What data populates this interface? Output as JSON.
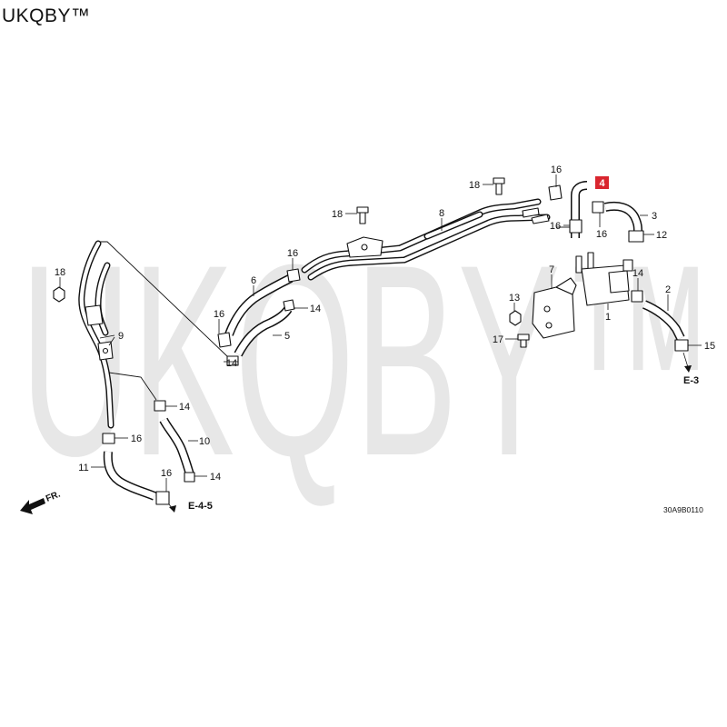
{
  "brand": "UKQBY™",
  "watermark": "UKQBY™",
  "diagram_code": "30A9B0110",
  "direction_label": "FR.",
  "highlight_color": "#d9262f",
  "callouts": [
    "16",
    "4",
    "18",
    "8",
    "18",
    "3",
    "16",
    "16",
    "12",
    "16",
    "18",
    "7",
    "14",
    "6",
    "2",
    "13",
    "14",
    "1",
    "16",
    "9",
    "5",
    "17",
    "15",
    "14",
    "14",
    "16",
    "10",
    "11",
    "16",
    "14"
  ],
  "refs": {
    "right": "E-3",
    "bottom": "E-4-5"
  }
}
